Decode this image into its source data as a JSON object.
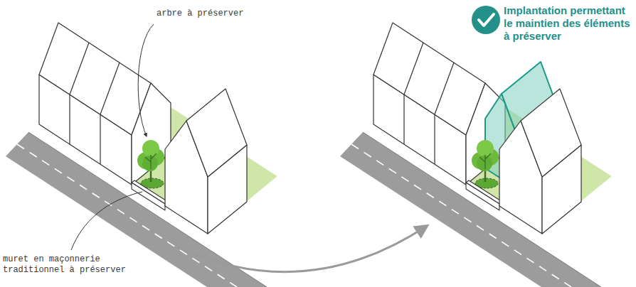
{
  "diagram": {
    "labels": [
      "arbre à préserver",
      "muret en maçonnerie traditionnel à préserver",
      "Implantation permettant le maintien des éléments à préserver"
    ]
  }
}
